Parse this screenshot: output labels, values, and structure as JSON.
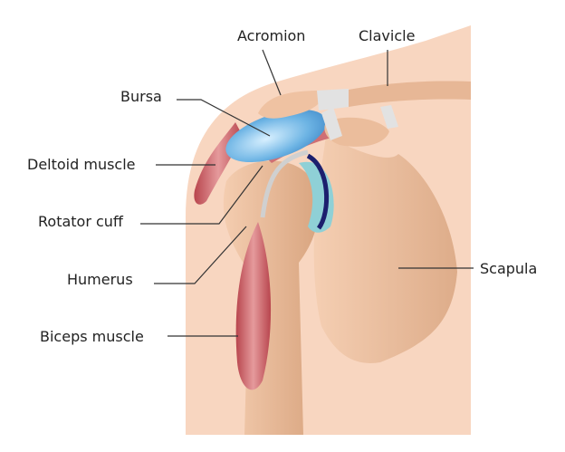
{
  "labels": {
    "acromion": "Acromion",
    "clavicle": "Clavicle",
    "bursa": "Bursa",
    "deltoid": "Deltoid muscle",
    "rotator_cuff": "Rotator cuff",
    "humerus": "Humerus",
    "biceps": "Biceps muscle",
    "scapula": "Scapula"
  },
  "colors": {
    "skin": "#f8d6c0",
    "bone": "#e9b995",
    "muscle": "#c9646a",
    "bursa": "#6fb4e0",
    "cartilage": "#8fd0d6",
    "ligament": "#dcdcdc",
    "leader_line": "#333333"
  }
}
